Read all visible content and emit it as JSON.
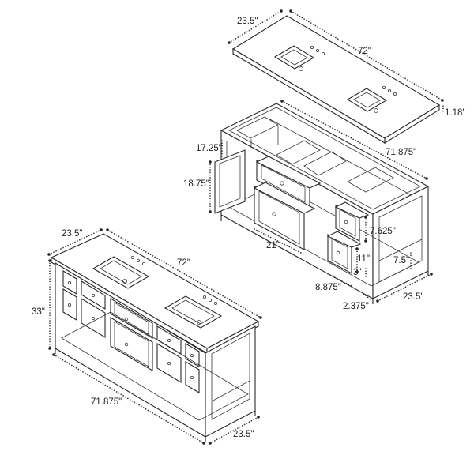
{
  "colors": {
    "line": "#2a2a2a",
    "text": "#222222",
    "background": "#ffffff"
  },
  "top_view": {
    "countertop": {
      "width_label": "72\"",
      "depth_label": "23.5\"",
      "thickness_label": "1.18\""
    },
    "cabinet": {
      "width_label": "71.875\"",
      "door_height_label": "17.25\"",
      "side_height_label": "18.75\"",
      "center_drawer_width_label": "21\"",
      "drawer_height_label": "7.625\"",
      "lower_drawer_height_label": "11\"",
      "shelf_gap_label": "7.5\"",
      "toe_kick_label": "3\"",
      "side_drawer_width_label": "8.875\"",
      "leg_label": "2.375\"",
      "depth_label": "23.5\""
    }
  },
  "bottom_view": {
    "depth_top_label": "23.5\"",
    "width_top_label": "72\"",
    "height_label": "33\"",
    "width_bottom_label": "71.875\"",
    "depth_bottom_label": "23.5\""
  }
}
